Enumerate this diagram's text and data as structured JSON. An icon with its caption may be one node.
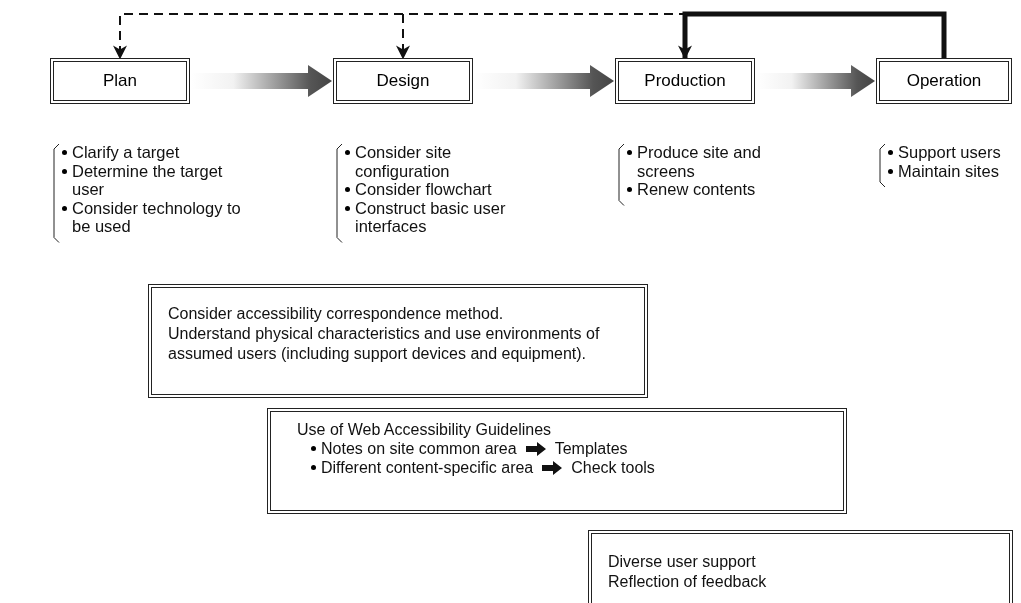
{
  "diagram": {
    "nodes": [
      {
        "text": [
          "Plan"
        ],
        "beside": [
          "Clarify a target",
          "Determine the target user",
          "Consider technology to be used"
        ]
      },
      {
        "text": [
          "Design"
        ],
        "beside": [
          "Consider site configuration",
          "Consider flowchart",
          "Construct basic user interfaces"
        ]
      },
      {
        "text": [
          "Production"
        ],
        "beside": [
          "Produce site and screens",
          "Renew contents"
        ]
      },
      {
        "text": [
          "Operation"
        ],
        "beside": [
          "Support users",
          "Maintain sites"
        ]
      },
      {
        "text": [
          "Consider accessibility correspondence method.",
          "Understand physical characteristics and use environments of assumed users (including support devices and equipment)."
        ]
      },
      {
        "text": [
          "Use of Web Accessibility Guidelines",
          "Notes on site common area",
          "Templates",
          "Different content-specific area",
          "Check tools"
        ]
      },
      {
        "text": [
          "Diverse user support",
          "Reflection of feedback"
        ]
      }
    ],
    "edges": [
      {
        "from": 0,
        "to": 1,
        "arrow": "to"
      },
      {
        "from": 1,
        "to": 2,
        "arrow": "to"
      },
      {
        "from": 2,
        "to": 3,
        "arrow": "to"
      },
      {
        "from": 3,
        "to": 2,
        "arrow": "to",
        "style": "thick"
      },
      {
        "from": 3,
        "to": 1,
        "arrow": "to",
        "style": "dashed"
      },
      {
        "from": 3,
        "to": 0,
        "arrow": "to",
        "style": "dashed"
      }
    ]
  }
}
